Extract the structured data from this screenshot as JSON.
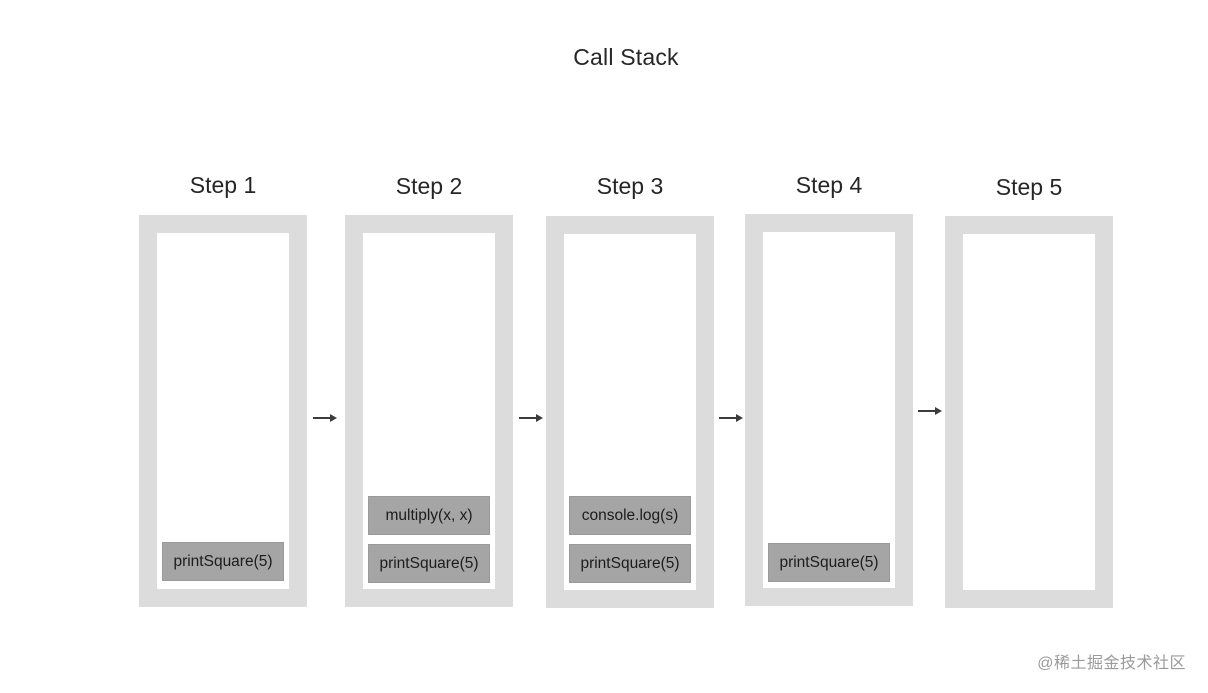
{
  "title": "Call Stack",
  "steps": [
    {
      "label": "Step 1",
      "frames": [
        "printSquare(5)"
      ]
    },
    {
      "label": "Step 2",
      "frames": [
        "multiply(x, x)",
        "printSquare(5)"
      ]
    },
    {
      "label": "Step 3",
      "frames": [
        "console.log(s)",
        "printSquare(5)"
      ]
    },
    {
      "label": "Step 4",
      "frames": [
        "printSquare(5)"
      ]
    },
    {
      "label": "Step 5",
      "frames": []
    }
  ],
  "arrow_icon": "right-arrow-icon",
  "watermark": "@稀土掘金技术社区",
  "colors": {
    "stack_border": "#dcdcdc",
    "frame_fill": "#a5a5a5",
    "arrow": "#3c3c3c"
  }
}
